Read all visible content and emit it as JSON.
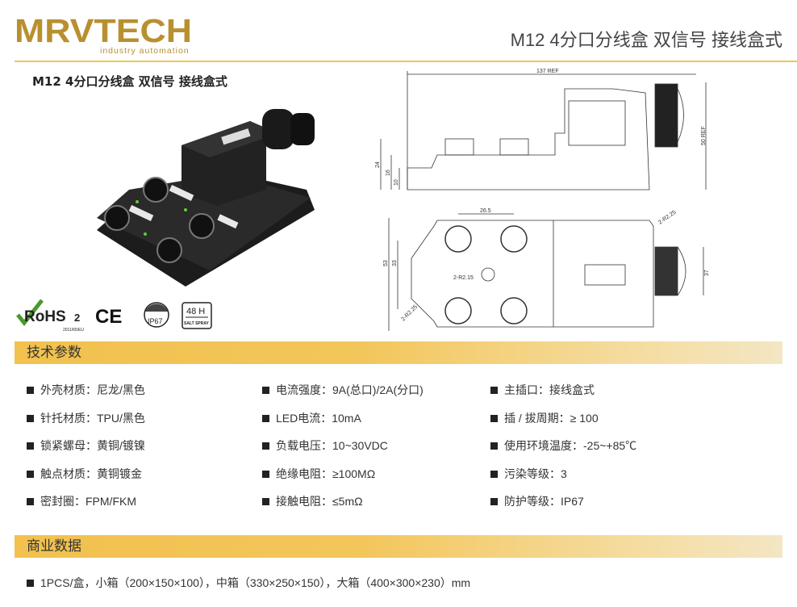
{
  "brand": {
    "logo_text": "MRVTECH",
    "tagline": "industry automation",
    "color": "#b8902f",
    "accent": "#f2c14e"
  },
  "header": {
    "title": "M12 4分口分线盒 双信号 接线盒式"
  },
  "product": {
    "subtitle": "M12 4分口分线盒 双信号 接线盒式"
  },
  "certifications": {
    "rohs": "RoHS",
    "rohs_sub": "2",
    "rohs_note": "2011/65/EU",
    "ce": "CE",
    "ip": "IP67",
    "salt_hours": "48 H",
    "salt_label": "SALT SPRAY"
  },
  "drawing": {
    "length": "137 REF",
    "height": "50 REF",
    "h24": "24",
    "h16": "16",
    "h10": "10",
    "pitch": "26.5",
    "w53": "53",
    "w33": "33",
    "w37": "37",
    "r_right": "2-R2.25",
    "r_center": "2-R2.15",
    "r_left": "2-R2.25"
  },
  "tech": {
    "title": "技术参数",
    "items": [
      "外壳材质：尼龙/黑色",
      "电流强度：9A(总口)/2A(分口)",
      "主插口：接线盒式",
      "针托材质：TPU/黑色",
      "LED电流：10mA",
      "插 / 拔周期：≥ 100",
      "锁紧螺母：黄铜/镀镍",
      "负载电压：10~30VDC",
      "使用环境温度：-25~+85℃",
      "触点材质：黄铜镀金",
      "绝缘电阻：≥100MΩ",
      "污染等级：3",
      "密封圈：FPM/FKM",
      "接触电阻：≤5mΩ",
      "防护等级：IP67"
    ]
  },
  "commerce": {
    "title": "商业数据",
    "line": "1PCS/盒，小箱（200×150×100），中箱（330×250×150），大箱（400×300×230）mm"
  }
}
